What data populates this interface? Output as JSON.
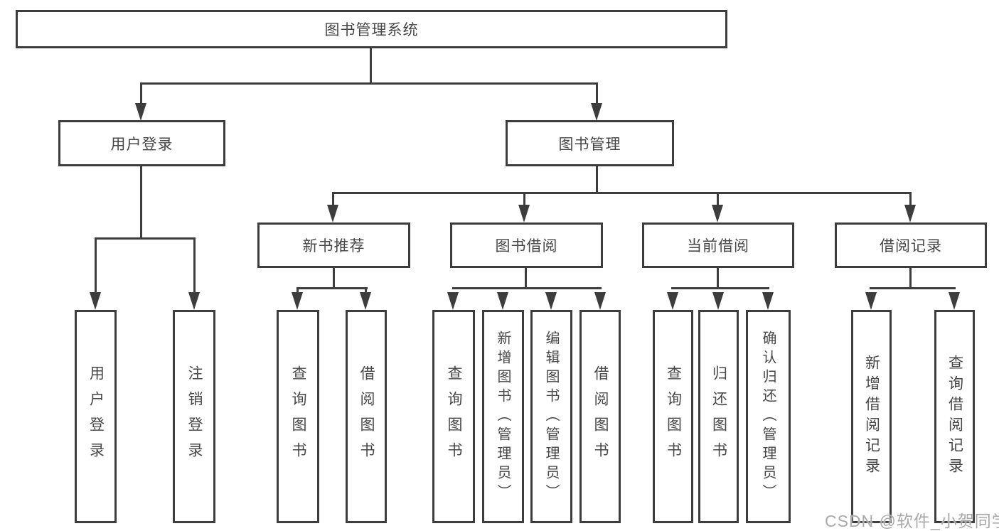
{
  "title": "图书管理系统",
  "colors": {
    "line": "#3d3d3d",
    "text": "#474747",
    "background": "#ffffff",
    "watermark": "#a9a9a9"
  },
  "nodes": {
    "root": {
      "label": "图书管理系统"
    },
    "level2": [
      {
        "label": "用户登录"
      },
      {
        "label": "图书管理"
      }
    ],
    "level3": [
      {
        "label": "新书推荐"
      },
      {
        "label": "图书借阅"
      },
      {
        "label": "当前借阅"
      },
      {
        "label": "借阅记录"
      }
    ],
    "leaves": [
      {
        "label": "用户登录"
      },
      {
        "label": "注销登录"
      },
      {
        "label": "查询图书"
      },
      {
        "label": "借阅图书"
      },
      {
        "label": "查询图书"
      },
      {
        "label": "新增图书（管理员）"
      },
      {
        "label": "编辑图书（管理员）"
      },
      {
        "label": "借阅图书"
      },
      {
        "label": "查询图书"
      },
      {
        "label": "归还图书"
      },
      {
        "label": "确认归还（管理员）"
      },
      {
        "label": "新增借阅记录"
      },
      {
        "label": "查询借阅记录"
      }
    ]
  },
  "watermark": "CSDN @软件_小贺同学"
}
